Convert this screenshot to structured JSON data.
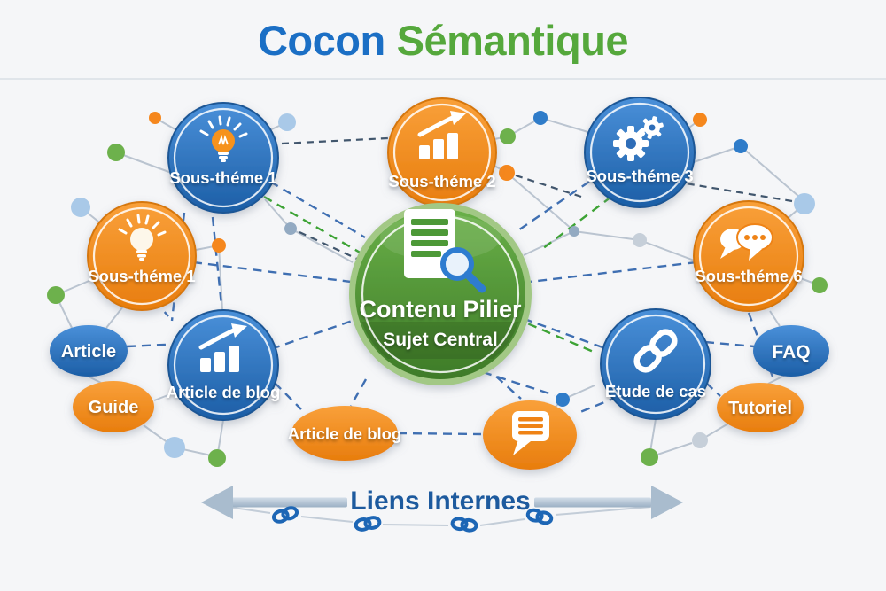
{
  "title": {
    "part1": "Cocon",
    "part2": "Sémantique"
  },
  "center": {
    "title": "Contenu Pilier",
    "subtitle": "Sujet Central",
    "icon": "document-search-icon",
    "color": "#4e9938"
  },
  "subthemes": [
    {
      "label": "Sous-théme 1",
      "color": "#2a6cb8",
      "icon": "lightbulb-icon"
    },
    {
      "label": "Sous-théme 2",
      "color": "#ef8318",
      "icon": "growth-chart-icon"
    },
    {
      "label": "Sous-théme 3",
      "color": "#2a6cb8",
      "icon": "gears-icon"
    },
    {
      "label": "Sous-théme 1",
      "color": "#ef8318",
      "icon": "lightbulb-icon"
    },
    {
      "label": "Sous-théme 6",
      "color": "#ef8318",
      "icon": "chat-bubbles-icon"
    }
  ],
  "content_nodes": [
    {
      "label": "Article de blog",
      "color": "#2a6cb8",
      "icon": "growth-chart-icon"
    },
    {
      "label": "Etude de cas",
      "color": "#2a6cb8",
      "icon": "link-icon"
    }
  ],
  "satellites": [
    {
      "label": "Article",
      "color": "#2a6cb8"
    },
    {
      "label": "Guide",
      "color": "#ef8318"
    },
    {
      "label": "Article de blog",
      "color": "#ef8318"
    },
    {
      "label": "",
      "color": "#ef8318",
      "icon": "speech-bubble-icon"
    },
    {
      "label": "FAQ",
      "color": "#2a6cb8"
    },
    {
      "label": "Tutoriel",
      "color": "#ef8318"
    }
  ],
  "footer": {
    "label": "Liens Internes",
    "icon": "chain-link-icon",
    "arrow_color": "#a9bcce"
  },
  "colors": {
    "title_blue": "#1b6fc5",
    "title_green": "#55a83c",
    "node_blue": "#2a6cb8",
    "node_orange": "#ef8318",
    "center_green": "#4e9938",
    "dash_blue": "#3f6fb2",
    "dash_green": "#3da335",
    "dot_lightblue": "#a9c9e8",
    "footer_text": "#1d5a9e"
  }
}
